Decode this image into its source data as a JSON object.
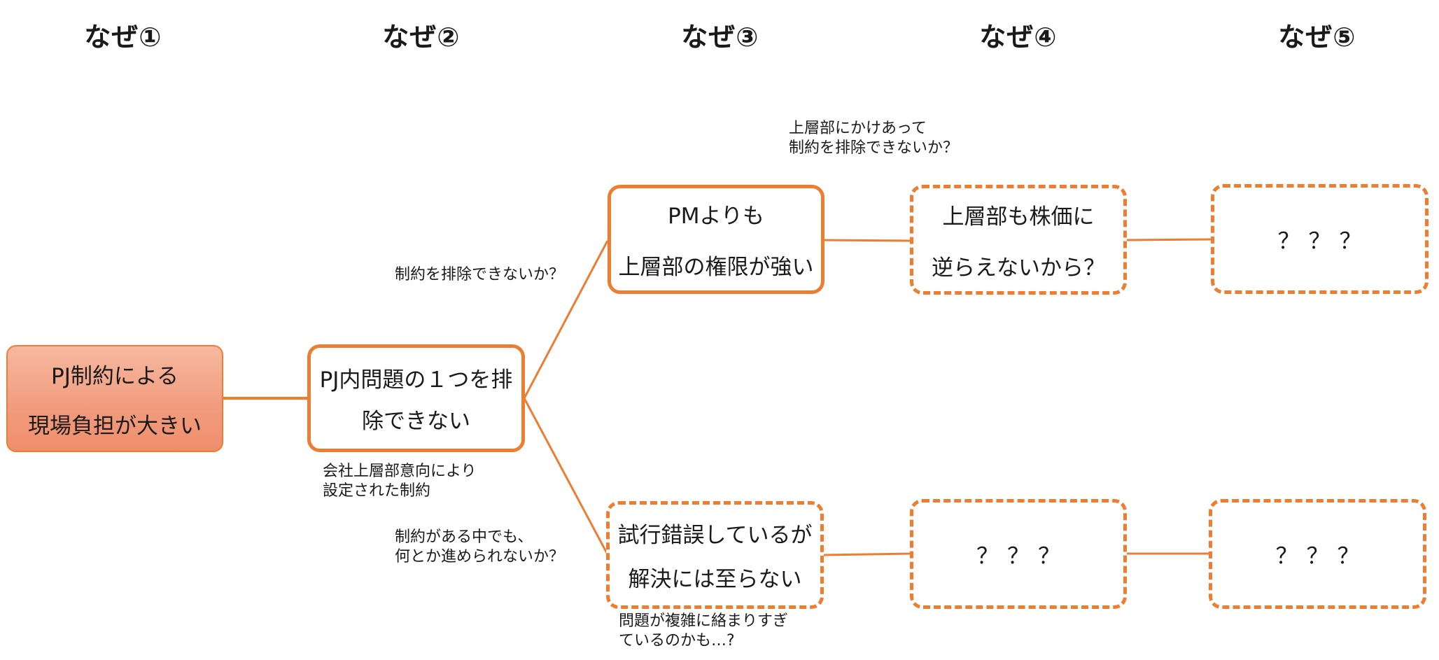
{
  "headers": [
    "なぜ①",
    "なぜ②",
    "なぜ③",
    "なぜ④",
    "なぜ⑤"
  ],
  "nodes": {
    "root": [
      "PJ制約による",
      "現場負担が大きい"
    ],
    "why2": [
      "PJ内問題の１つを排",
      "除できない"
    ],
    "upper": [
      "PMよりも",
      "上層部の権限が強い"
    ],
    "lower": [
      "試行錯誤しているが",
      "解決には至らない"
    ],
    "upper4": [
      "上層部も株価に",
      "逆らえないから？"
    ],
    "upper5": "？？？",
    "lower4": "？？？",
    "lower5": "？？？"
  },
  "notes": {
    "root_to_why2": [
      "会社上層部意向により",
      "設定された制約"
    ],
    "branch_upper": [
      "制約を排除できないか？"
    ],
    "branch_lower": [
      "制約がある中でも、",
      "何とか進められないか？"
    ],
    "upper_to_upper4": [
      "上層部にかけあって",
      "制約を排除できないか？"
    ],
    "lower_below": [
      "問題が複雑に絡まりすぎ",
      "ているのかも…?"
    ]
  },
  "colors": {
    "accent": "#ED7D31",
    "root_fill": "#F4A98C"
  }
}
